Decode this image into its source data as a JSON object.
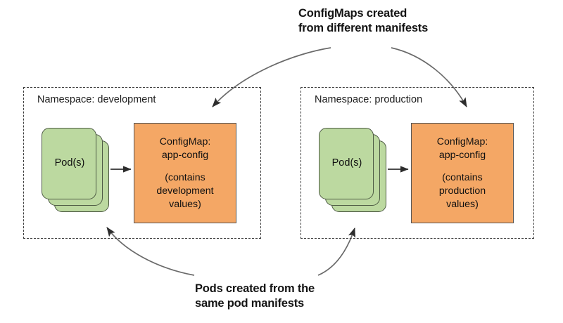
{
  "diagram": {
    "title_top": "ConfigMaps created from different manifests",
    "title_bottom": "Pods created from the same pod manifests"
  },
  "captions": {
    "top": {
      "line1": "ConfigMaps created",
      "line2": "from different manifests"
    },
    "bottom": {
      "line1": "Pods created from the",
      "line2": "same pod manifests"
    }
  },
  "namespaces": [
    {
      "id": "development",
      "label": "Namespace: development",
      "pod": {
        "label": "Pod(s)",
        "stack_count": 3,
        "color": "#bcd9a0"
      },
      "configmap": {
        "title_line1": "ConfigMap:",
        "title_line2": "app-config",
        "detail_line1": "(contains",
        "detail_line2": "development",
        "detail_line3": "values)",
        "color": "#f4a765"
      }
    },
    {
      "id": "production",
      "label": "Namespace: production",
      "pod": {
        "label": "Pod(s)",
        "stack_count": 3,
        "color": "#bcd9a0"
      },
      "configmap": {
        "title_line1": "ConfigMap:",
        "title_line2": "app-config",
        "detail_line1": "(contains",
        "detail_line2": "production",
        "detail_line3": "values)",
        "color": "#f4a765"
      }
    }
  ],
  "colors": {
    "pod_fill": "#bcd9a0",
    "pod_stroke": "#4d5a44",
    "configmap_fill": "#f4a765",
    "configmap_stroke": "#555555",
    "dashed_border": "#3d3d3d",
    "arrow_curved": "#5b5b5b",
    "arrow_straight": "#333333",
    "text": "#141414"
  },
  "connectors": [
    {
      "name": "pod-to-configmap-development",
      "from": "pod-stack-development",
      "to": "configmap-development",
      "style": "straight-arrow"
    },
    {
      "name": "pod-to-configmap-production",
      "from": "pod-stack-production",
      "to": "configmap-production",
      "style": "straight-arrow"
    },
    {
      "name": "caption-top-to-configmap-development",
      "from": "caption-top",
      "to": "namespace-development",
      "style": "curved-arrow"
    },
    {
      "name": "caption-top-to-configmap-production",
      "from": "caption-top",
      "to": "namespace-production",
      "style": "curved-arrow"
    },
    {
      "name": "caption-bottom-to-pod-development",
      "from": "caption-bottom",
      "to": "pod-stack-development",
      "style": "curved-arrow"
    },
    {
      "name": "caption-bottom-to-pod-production",
      "from": "caption-bottom",
      "to": "pod-stack-production",
      "style": "curved-arrow"
    }
  ]
}
